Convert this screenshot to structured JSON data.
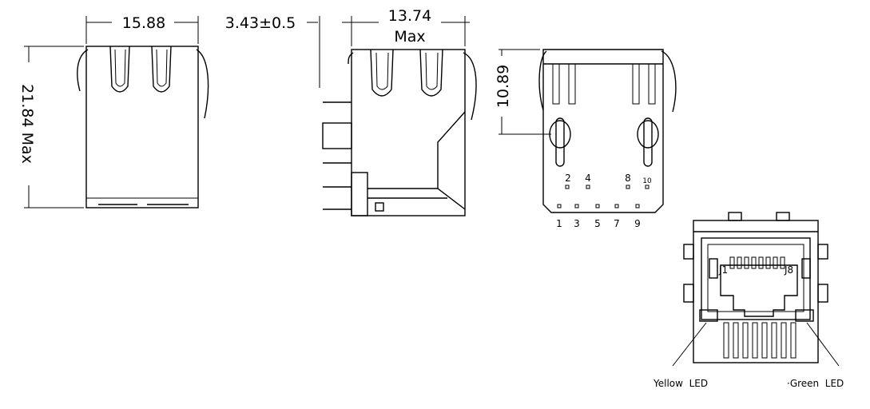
{
  "dimensions": {
    "width_front": "15.88",
    "height_front": "21.84",
    "height_front_suffix": "Max",
    "offset_side": "3.43±0.5",
    "depth_side": "13.74",
    "depth_side_suffix": "Max",
    "height_bottom": "10.89"
  },
  "pins": {
    "top_row": [
      "2",
      "4",
      "8",
      "10"
    ],
    "bottom_row": [
      "1",
      "3",
      "5",
      "7",
      "9"
    ]
  },
  "port": {
    "contact_first": "J1",
    "contact_last": "J8",
    "led_left": "Yellow  LED",
    "led_right": "·Green  LED"
  }
}
